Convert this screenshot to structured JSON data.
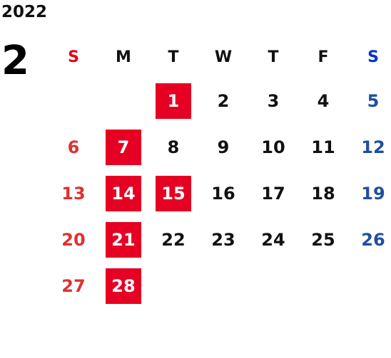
{
  "year": "2022",
  "month": "2",
  "colors": {
    "holiday_bg": "#e60023",
    "sunday": "#e03030",
    "saturday": "#1f4fa0",
    "text": "#111111"
  },
  "weekdays": [
    {
      "label": "S",
      "kind": "sun"
    },
    {
      "label": "M",
      "kind": ""
    },
    {
      "label": "T",
      "kind": ""
    },
    {
      "label": "W",
      "kind": ""
    },
    {
      "label": "T",
      "kind": ""
    },
    {
      "label": "F",
      "kind": ""
    },
    {
      "label": "S",
      "kind": "sat"
    }
  ],
  "first_weekday": 2,
  "days_in_month": 28,
  "highlighted": [
    1,
    7,
    14,
    15,
    21,
    28
  ]
}
